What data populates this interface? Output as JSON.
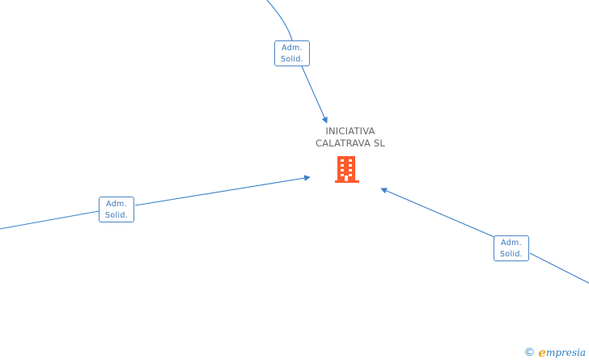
{
  "company": {
    "name_line1": "INICIATIVA",
    "name_line2": "CALATRAVA SL",
    "icon": "building-icon",
    "icon_color": "#ff5a2c"
  },
  "edges": [
    {
      "label_line1": "Adm.",
      "label_line2": "Solid."
    },
    {
      "label_line1": "Adm.",
      "label_line2": "Solid."
    },
    {
      "label_line1": "Adm.",
      "label_line2": "Solid."
    }
  ],
  "colors": {
    "edge": "#3a80c8",
    "label_text": "#3a74b8",
    "company_text": "#666666"
  },
  "watermark": {
    "symbol": "©",
    "brand_initial": "e",
    "brand_rest": "mpresia"
  }
}
